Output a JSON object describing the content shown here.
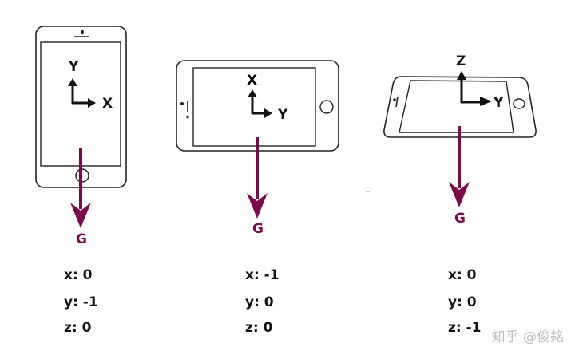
{
  "colors": {
    "gravity": "#7a0a4a",
    "outline": "#222222",
    "text": "#111111"
  },
  "phones": [
    {
      "orientation": "portrait",
      "axes": {
        "up": "Y",
        "right": "X"
      },
      "gravity_label": "G",
      "readings": {
        "x": "x: 0",
        "y": "y: -1",
        "z": "z: 0"
      }
    },
    {
      "orientation": "landscape",
      "axes": {
        "up": "X",
        "right": "Y"
      },
      "gravity_label": "G",
      "readings": {
        "x": "x: -1",
        "y": "y: 0",
        "z": "z: 0"
      }
    },
    {
      "orientation": "flat",
      "axes": {
        "up": "Z",
        "right": "Y"
      },
      "gravity_label": "G",
      "readings": {
        "x": "x: 0",
        "y": "y: 0",
        "z": "z: -1"
      }
    }
  ],
  "watermark": "知乎 @俊銘"
}
